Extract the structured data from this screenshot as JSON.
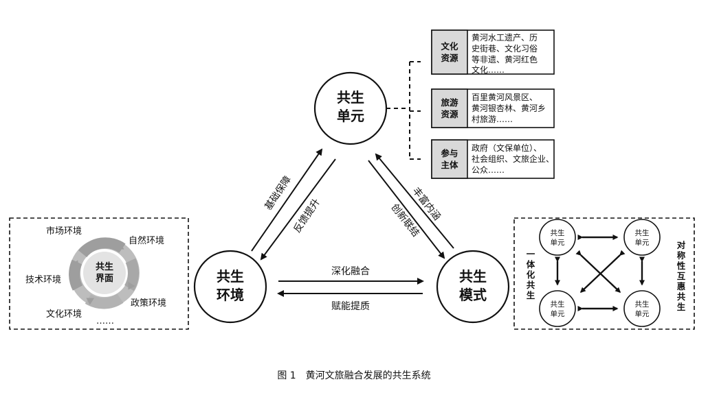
{
  "core": {
    "unit": [
      "共生",
      "单元"
    ],
    "environment": [
      "共生",
      "环境"
    ],
    "mode": [
      "共生",
      "模式"
    ]
  },
  "arrows": {
    "left_outer": "基础保障",
    "left_inner": "反馈提升",
    "right_outer": "丰富内涵",
    "right_inner": "创新联结",
    "bottom_top": "深化融合",
    "bottom_bottom": "赋能提质"
  },
  "resources": [
    {
      "label": [
        "文化",
        "资源"
      ],
      "text": [
        "黄河水工遗产、历",
        "史街巷、文化习俗",
        "等非遗、黄河红色",
        "文化……"
      ]
    },
    {
      "label": [
        "旅游",
        "资源"
      ],
      "text": [
        "百里黄河风景区、",
        "黄河银杏林、黄河乡",
        "村旅游……"
      ]
    },
    {
      "label": [
        "参与",
        "主体"
      ],
      "text": [
        "政府（文保单位）、",
        "社会组织、文旅企业、",
        "公众……"
      ]
    }
  ],
  "environment_panel": {
    "center": [
      "共生",
      "界面"
    ],
    "items": {
      "market": "市场环境",
      "nature": "自然环境",
      "tech": "技术环境",
      "policy": "政策环境",
      "culture": "文化环境",
      "more": "……"
    }
  },
  "mode_panel": {
    "node": [
      "共生",
      "单元"
    ],
    "left_label": [
      "一",
      "体",
      "化",
      "共",
      "生"
    ],
    "right_label": [
      "对",
      "称",
      "性",
      "互",
      "惠",
      "共",
      "生"
    ]
  },
  "caption": "图 1　黄河文旅融合发展的共生系统",
  "colors": {
    "line": "#111111",
    "label_fill": "#d9d9d9",
    "ring": "#9e9e9e",
    "ring_light": "#cfcfcf"
  }
}
